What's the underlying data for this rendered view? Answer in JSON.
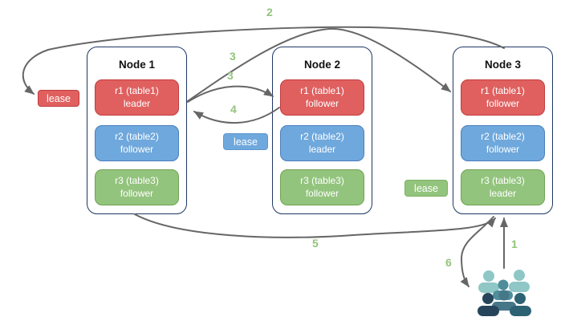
{
  "nodes": [
    {
      "title": "Node 1",
      "replicas": [
        {
          "name": "r1 (table1)",
          "role": "leader",
          "color": "red"
        },
        {
          "name": "r2 (table2)",
          "role": "follower",
          "color": "blue"
        },
        {
          "name": "r3 (table3)",
          "role": "follower",
          "color": "green"
        }
      ]
    },
    {
      "title": "Node 2",
      "replicas": [
        {
          "name": "r1 (table1)",
          "role": "follower",
          "color": "red"
        },
        {
          "name": "r2 (table2)",
          "role": "leader",
          "color": "blue"
        },
        {
          "name": "r3 (table3)",
          "role": "follower",
          "color": "green"
        }
      ]
    },
    {
      "title": "Node 3",
      "replicas": [
        {
          "name": "r1 (table1)",
          "role": "follower",
          "color": "blue",
          "_": null
        },
        {
          "name": "r2 (table2)",
          "role": "follower",
          "color": "blue"
        },
        {
          "name": "r3 (table3)",
          "role": "leader",
          "color": "green"
        }
      ]
    }
  ],
  "leases": [
    {
      "label": "lease",
      "color": "#e06060",
      "near": "node1-r1"
    },
    {
      "label": "lease",
      "color": "#6fa8dc",
      "near": "node2-r2"
    },
    {
      "label": "lease",
      "color": "#93c47d",
      "near": "node3-r3"
    }
  ],
  "step_labels": {
    "step1": "1",
    "step2": "2",
    "step3_to_node3": "3",
    "step3_to_node2": "3",
    "step4": "4",
    "step5": "5",
    "step6": "6"
  },
  "arrows": [
    {
      "step": "1",
      "from": "clients",
      "to": "node3-r3-leader"
    },
    {
      "step": "2",
      "from": "node3",
      "to": "lease-red-node1"
    },
    {
      "step": "3",
      "from": "node1-r1-leader",
      "to": "node3-r1-follower"
    },
    {
      "step": "3",
      "from": "node1-r1-leader",
      "to": "node2-r1-follower"
    },
    {
      "step": "4",
      "from": "node2-r1-follower",
      "to": "node1-r1-leader"
    },
    {
      "step": "5",
      "from": "node1",
      "to": "node3"
    },
    {
      "step": "6",
      "from": "node3",
      "to": "clients"
    }
  ],
  "icons": {
    "clients": "user-group-icon"
  },
  "colors": {
    "replica_red": "#e06060",
    "replica_blue": "#6fa8dc",
    "replica_green": "#93c47d",
    "node_border": "#1f3864",
    "arrow": "#666666",
    "step_label": "#93c47d",
    "clients_light": "#8fc7c7",
    "clients_medium": "#4f8d9b",
    "clients_front": "#467788",
    "clients_dark_navy": "#26455a",
    "clients_dark_teal": "#2d6274"
  }
}
